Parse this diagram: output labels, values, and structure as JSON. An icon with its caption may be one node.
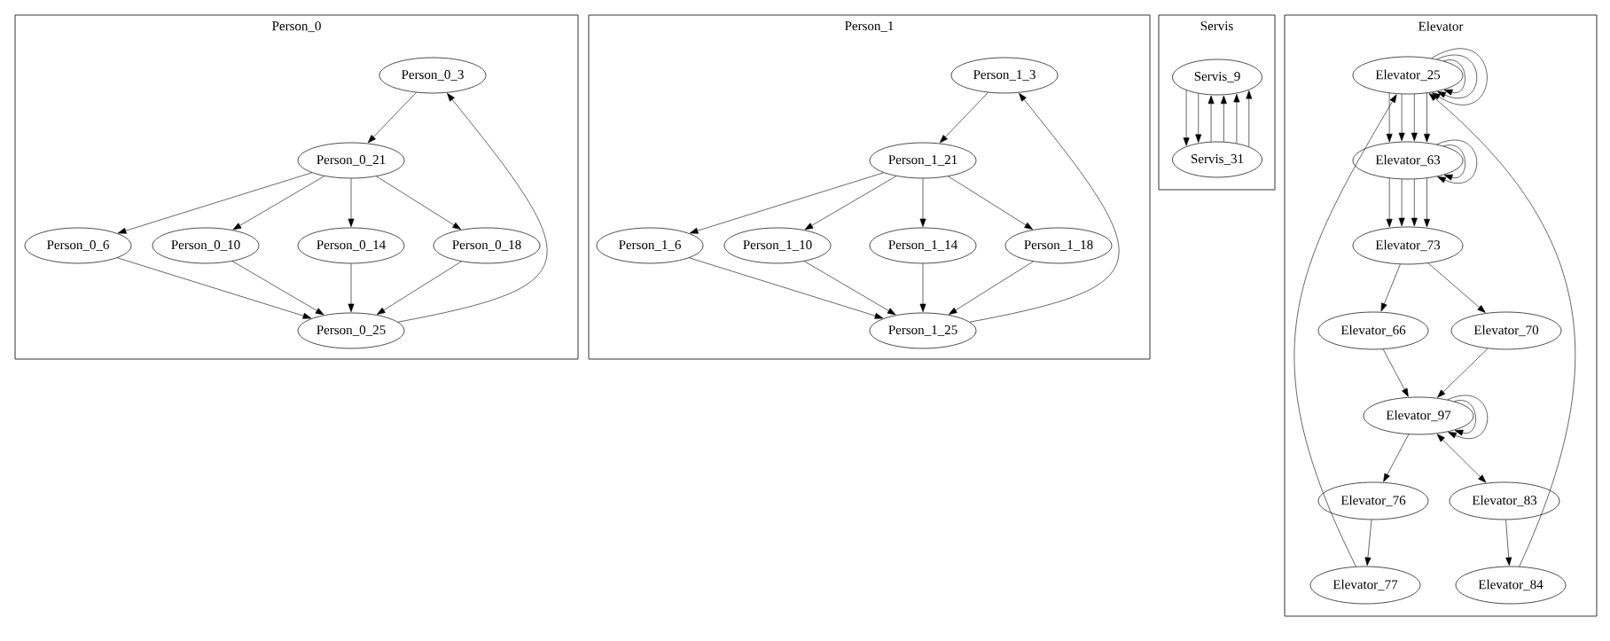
{
  "diagram": {
    "nodes": [
      {
        "text": [
          "Person_0"
        ]
      },
      {
        "text": [
          "Person_0_3"
        ],
        "in": 0
      },
      {
        "text": [
          "Person_0_21"
        ],
        "in": 0
      },
      {
        "text": [
          "Person_0_6"
        ],
        "in": 0
      },
      {
        "text": [
          "Person_0_10"
        ],
        "in": 0
      },
      {
        "text": [
          "Person_0_14"
        ],
        "in": 0
      },
      {
        "text": [
          "Person_0_18"
        ],
        "in": 0
      },
      {
        "text": [
          "Person_0_25"
        ],
        "in": 0
      },
      {
        "text": [
          "Person_1"
        ]
      },
      {
        "text": [
          "Person_1_3"
        ],
        "in": 8
      },
      {
        "text": [
          "Person_1_21"
        ],
        "in": 8
      },
      {
        "text": [
          "Person_1_6"
        ],
        "in": 8
      },
      {
        "text": [
          "Person_1_10"
        ],
        "in": 8
      },
      {
        "text": [
          "Person_1_14"
        ],
        "in": 8
      },
      {
        "text": [
          "Person_1_18"
        ],
        "in": 8
      },
      {
        "text": [
          "Person_1_25"
        ],
        "in": 8
      },
      {
        "text": [
          "Servis"
        ]
      },
      {
        "text": [
          "Servis_9"
        ],
        "in": 16
      },
      {
        "text": [
          "Servis_31"
        ],
        "in": 16
      },
      {
        "text": [
          "Elevator"
        ]
      },
      {
        "text": [
          "Elevator_25"
        ],
        "in": 19
      },
      {
        "text": [
          "Elevator_63"
        ],
        "in": 19
      },
      {
        "text": [
          "Elevator_73"
        ],
        "in": 19
      },
      {
        "text": [
          "Elevator_66"
        ],
        "in": 19
      },
      {
        "text": [
          "Elevator_70"
        ],
        "in": 19
      },
      {
        "text": [
          "Elevator_97"
        ],
        "in": 19
      },
      {
        "text": [
          "Elevator_76"
        ],
        "in": 19
      },
      {
        "text": [
          "Elevator_83"
        ],
        "in": 19
      },
      {
        "text": [
          "Elevator_77"
        ],
        "in": 19
      },
      {
        "text": [
          "Elevator_84"
        ],
        "in": 19
      }
    ],
    "edges": [
      {
        "from": 1,
        "to": 2,
        "arrow": "to"
      },
      {
        "from": 2,
        "to": 3,
        "arrow": "to"
      },
      {
        "from": 2,
        "to": 4,
        "arrow": "to"
      },
      {
        "from": 2,
        "to": 5,
        "arrow": "to"
      },
      {
        "from": 2,
        "to": 6,
        "arrow": "to"
      },
      {
        "from": 3,
        "to": 7,
        "arrow": "to"
      },
      {
        "from": 4,
        "to": 7,
        "arrow": "to"
      },
      {
        "from": 5,
        "to": 7,
        "arrow": "to"
      },
      {
        "from": 6,
        "to": 7,
        "arrow": "to"
      },
      {
        "from": 7,
        "to": 1,
        "arrow": "to"
      },
      {
        "from": 9,
        "to": 10,
        "arrow": "to"
      },
      {
        "from": 10,
        "to": 11,
        "arrow": "to"
      },
      {
        "from": 10,
        "to": 12,
        "arrow": "to"
      },
      {
        "from": 10,
        "to": 13,
        "arrow": "to"
      },
      {
        "from": 10,
        "to": 14,
        "arrow": "to"
      },
      {
        "from": 11,
        "to": 15,
        "arrow": "to"
      },
      {
        "from": 12,
        "to": 15,
        "arrow": "to"
      },
      {
        "from": 13,
        "to": 15,
        "arrow": "to"
      },
      {
        "from": 14,
        "to": 15,
        "arrow": "to"
      },
      {
        "from": 15,
        "to": 9,
        "arrow": "to"
      },
      {
        "from": 17,
        "to": 18,
        "arrow": "to"
      },
      {
        "from": 17,
        "to": 18,
        "arrow": "to"
      },
      {
        "from": 18,
        "to": 17,
        "arrow": "to"
      },
      {
        "from": 18,
        "to": 17,
        "arrow": "to"
      },
      {
        "from": 18,
        "to": 17,
        "arrow": "to"
      },
      {
        "from": 18,
        "to": 17,
        "arrow": "to"
      },
      {
        "from": 20,
        "to": 20,
        "arrow": "to"
      },
      {
        "from": 20,
        "to": 20,
        "arrow": "to"
      },
      {
        "from": 20,
        "to": 20,
        "arrow": "to"
      },
      {
        "from": 20,
        "to": 21,
        "arrow": "to"
      },
      {
        "from": 20,
        "to": 21,
        "arrow": "to"
      },
      {
        "from": 20,
        "to": 21,
        "arrow": "to"
      },
      {
        "from": 20,
        "to": 21,
        "arrow": "to"
      },
      {
        "from": 21,
        "to": 21,
        "arrow": "to"
      },
      {
        "from": 21,
        "to": 21,
        "arrow": "to"
      },
      {
        "from": 21,
        "to": 22,
        "arrow": "to"
      },
      {
        "from": 21,
        "to": 22,
        "arrow": "to"
      },
      {
        "from": 21,
        "to": 22,
        "arrow": "to"
      },
      {
        "from": 21,
        "to": 22,
        "arrow": "to"
      },
      {
        "from": 22,
        "to": 23,
        "arrow": "to"
      },
      {
        "from": 22,
        "to": 24,
        "arrow": "to"
      },
      {
        "from": 23,
        "to": 25,
        "arrow": "to"
      },
      {
        "from": 24,
        "to": 25,
        "arrow": "to"
      },
      {
        "from": 25,
        "to": 25,
        "arrow": "to"
      },
      {
        "from": 25,
        "to": 25,
        "arrow": "to"
      },
      {
        "from": 25,
        "to": 26,
        "arrow": "to"
      },
      {
        "from": 25,
        "to": 27,
        "arrow": "both"
      },
      {
        "from": 26,
        "to": 28,
        "arrow": "to"
      },
      {
        "from": 27,
        "to": 29,
        "arrow": "to"
      },
      {
        "from": 28,
        "to": 20,
        "arrow": "to"
      },
      {
        "from": 29,
        "to": 20,
        "arrow": "to"
      }
    ]
  }
}
